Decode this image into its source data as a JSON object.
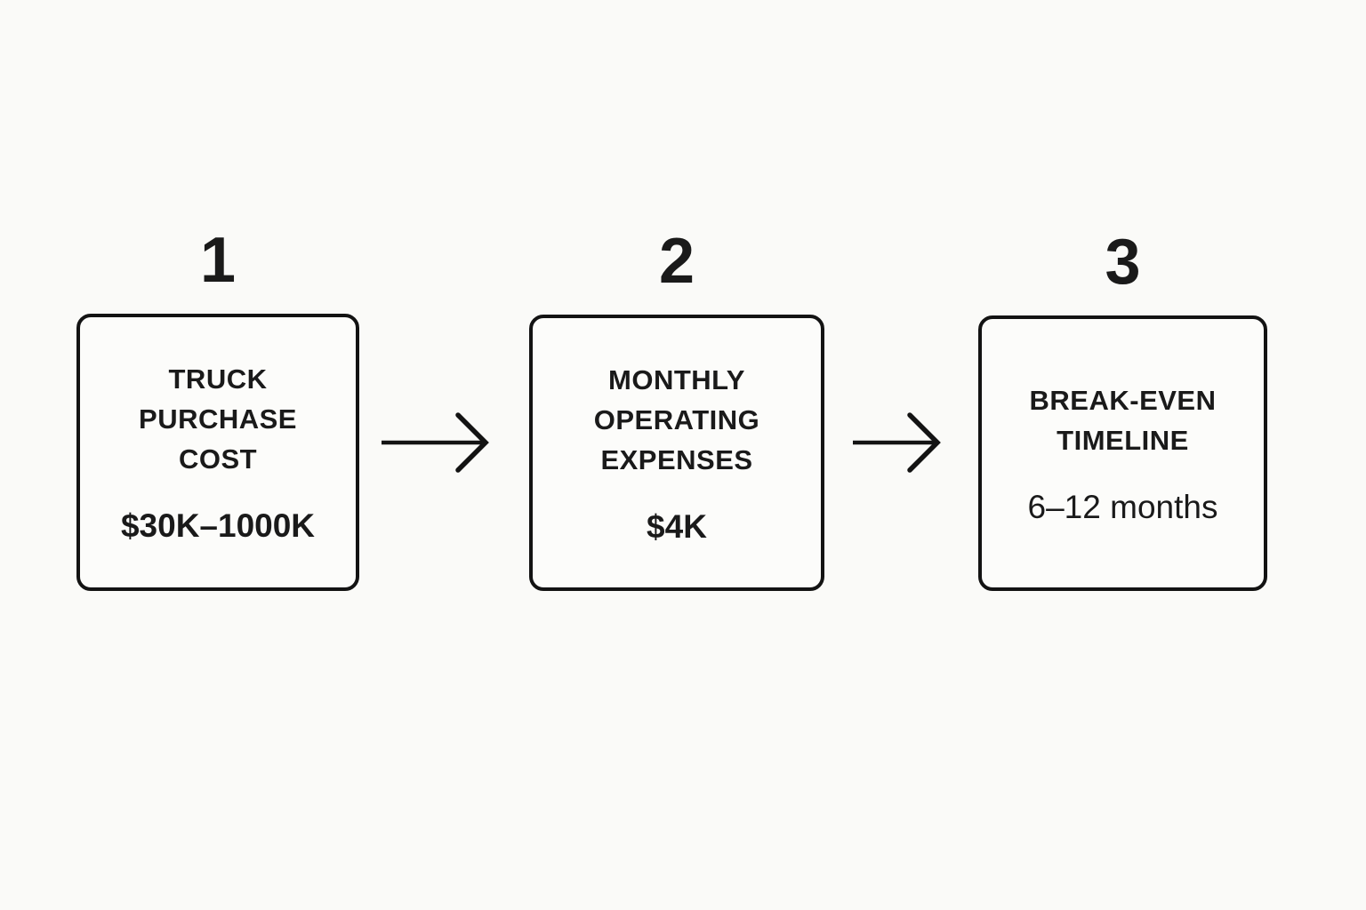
{
  "canvas": {
    "background_color": "#fafaf8",
    "text_color": "#1a1a1a",
    "border_color": "#131313"
  },
  "steps": [
    {
      "number": "1",
      "title": "TRUCK PURCHASE COST",
      "title_lines": [
        "TRUCK",
        "PURCHASE",
        "COST"
      ],
      "value": "$30K–1000K"
    },
    {
      "number": "2",
      "title": "MONTHLY OPERATING EXPENSES",
      "title_lines": [
        "MONTHLY",
        "OPERATING",
        "EXPENSES"
      ],
      "value": "$4K"
    },
    {
      "number": "3",
      "title": "BREAK-EVEN TIMELINE",
      "title_lines": [
        "BREAK-EVEN",
        "TIMELINE"
      ],
      "value": "6–12 months"
    }
  ],
  "arrows": [
    {
      "name": "arrow-step1-to-step2",
      "direction": "right"
    },
    {
      "name": "arrow-step2-to-step3",
      "direction": "right"
    }
  ]
}
